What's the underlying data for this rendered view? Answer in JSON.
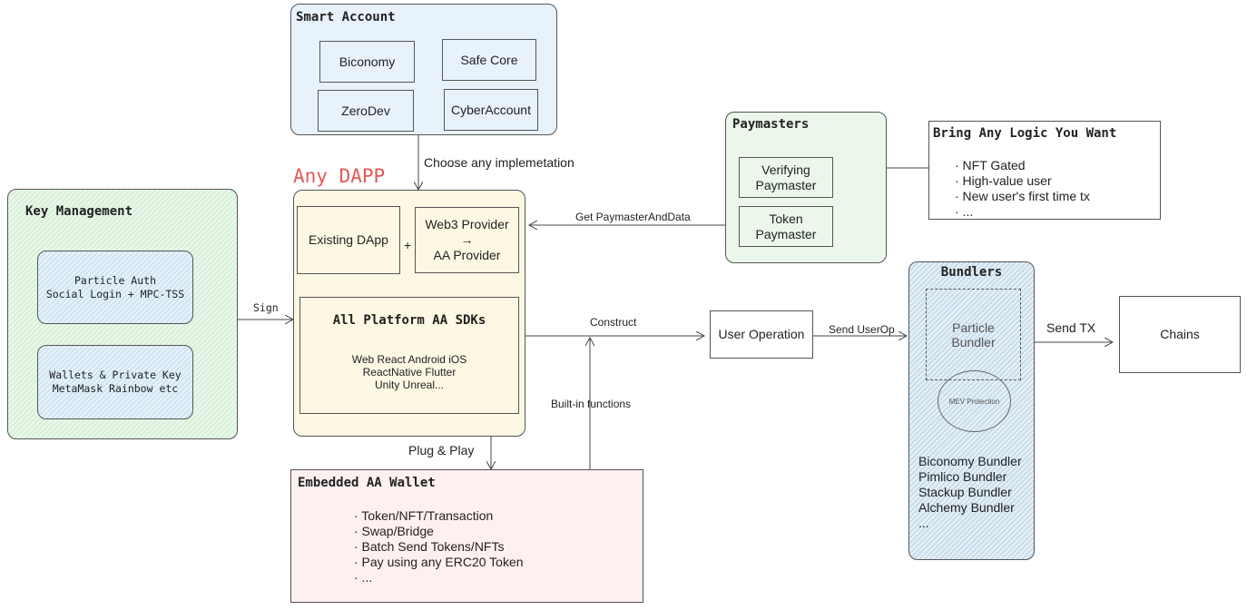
{
  "smart_account": {
    "title": "Smart Account",
    "items": [
      "Biconomy",
      "Safe Core",
      "ZeroDev",
      "CyberAccount"
    ]
  },
  "dapp": {
    "title": "Any DAPP",
    "existing_dapp": "Existing DApp",
    "plus": "+",
    "provider_line1": "Web3 Provider",
    "provider_arrow": "→",
    "provider_line2": "AA Provider",
    "sdks_title": "All Platform AA SDKs",
    "sdks_lines": [
      "Web React Android iOS",
      "ReactNative Flutter",
      "Unity Unreal..."
    ]
  },
  "key_management": {
    "title": "Key Management",
    "auth_lines": [
      "Particle Auth",
      "Social Login + MPC-TSS"
    ],
    "wallets_lines": [
      "Wallets & Private Key",
      "MetaMask Rainbow etc"
    ]
  },
  "paymasters": {
    "title": "Paymasters",
    "verifying": [
      "Verifying",
      "Paymaster"
    ],
    "token": [
      "Token",
      "Paymaster"
    ]
  },
  "logic": {
    "title": "Bring Any Logic You Want",
    "items": [
      "· NFT Gated",
      "· High-value user",
      "· New user's first time tx",
      "· ..."
    ]
  },
  "user_operation": "User Operation",
  "bundlers": {
    "title": "Bundlers",
    "particle_bundler": [
      "Particle",
      "Bundler"
    ],
    "mev": "MEV Protection",
    "list": [
      "Biconomy Bundler",
      "Pimlico Bundler",
      "Stackup Bundler",
      "Alchemy Bundler",
      "..."
    ]
  },
  "chains": "Chains",
  "wallet": {
    "title": "Embedded AA Wallet",
    "items": [
      "· Token/NFT/Transaction",
      "· Swap/Bridge",
      "· Batch Send Tokens/NFTs",
      "· Pay using any ERC20 Token",
      "· ..."
    ]
  },
  "edges": {
    "choose": "Choose any implemetation",
    "get_paymaster": "Get PaymasterAndData",
    "sign": "Sign",
    "construct": "Construct",
    "send_userop": "Send UserOp",
    "send_tx": "Send TX",
    "plug_play": "Plug & Play",
    "built_in": "Built-in functions"
  },
  "colors": {
    "dapp_title": "#e05a5a",
    "smart_account_bg": "#e8f2fb",
    "dapp_bg": "#fdf8e3",
    "paymaster_bg": "#eaf7ea",
    "wallet_bg": "#fdf0f0"
  }
}
